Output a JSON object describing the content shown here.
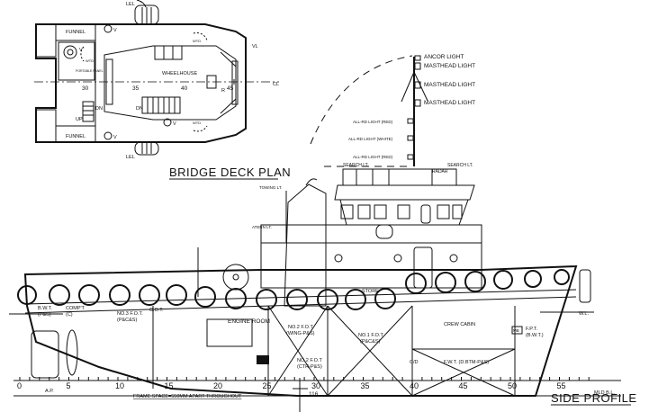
{
  "bridge_deck_plan": {
    "title": "BRIDGE DECK PLAN",
    "labels": {
      "funnel_top": "FUNNEL",
      "funnel_bottom": "FUNNEL",
      "wheelhouse": "WHEELHOUSE",
      "lel_top": "LEL",
      "lel_bottom": "LEL",
      "vl": "VL",
      "up": "UP",
      "dn1": "DN",
      "dn2": "DN",
      "vent_v1": "V",
      "vent_v2": "V",
      "vent_v3": "V",
      "vent_v4": "V",
      "wtd1": "WTD",
      "wtd2": "WTD",
      "wtd3": "WTD",
      "portable_panel": "PORTABLE PANEL",
      "centerline": "CL",
      "r": "R"
    },
    "frame_ticks": [
      "30",
      "35",
      "40",
      "45"
    ]
  },
  "mast": {
    "lights": [
      "ANCOR LIGHT",
      "MASTHEAD LIGHT",
      "MASTHEAD LIGHT",
      "MASTHEAD LIGHT"
    ],
    "all_round_lights": [
      "ALL-RD LIGHT (RED)",
      "ALL-RD LIGHT (WHITE)",
      "ALL-RD LIGHT (RED)"
    ]
  },
  "side_profile": {
    "title": "SIDE PROFILE",
    "labels": {
      "search_lt_1": "SEARCH LT.",
      "search_lt_2": "SEARCH LT.",
      "radar": "RADAR",
      "towing_lt": "TOWING LT.",
      "atern_lt": "ATERN LT.",
      "store": "STORE",
      "engine_room": "ENGINE ROOM",
      "crew_cabin": "CREW CABIN",
      "wl": "W.L.",
      "mld_bl": "MLD B.L.",
      "mb": "MB",
      "bwt": "B.W.T.",
      "bwt_sub": "(P&S)",
      "comp": "COMP'T",
      "comp_sub": "(C)",
      "fot3": "NO.3 F.O.T.",
      "fot3_sub": "(P&C&S)",
      "fot2": "NO.2 F.O.T",
      "fot2_sub": "(WING-P&S)",
      "fot2b": "NO.2 F.O.T",
      "fot2b_sub": "(CTR-P&S)",
      "fot1": "NO.1 F.O.T",
      "fot1_sub": "(P&C&S)",
      "cd": "C/D",
      "fwt": "F.W.T. (D.BTM-P&S)",
      "fpt": "F.P.T.",
      "fpt_sub": "(B.W.T.)",
      "cot": "C.O.T.",
      "ap": "A.P.",
      "frame_116": "116",
      "frame_space": "FRAME SPACE=550MM APART THROUGHOUT"
    },
    "frame_scale": [
      "0",
      "5",
      "10",
      "15",
      "20",
      "25",
      "30",
      "35",
      "40",
      "45",
      "50",
      "55"
    ]
  }
}
